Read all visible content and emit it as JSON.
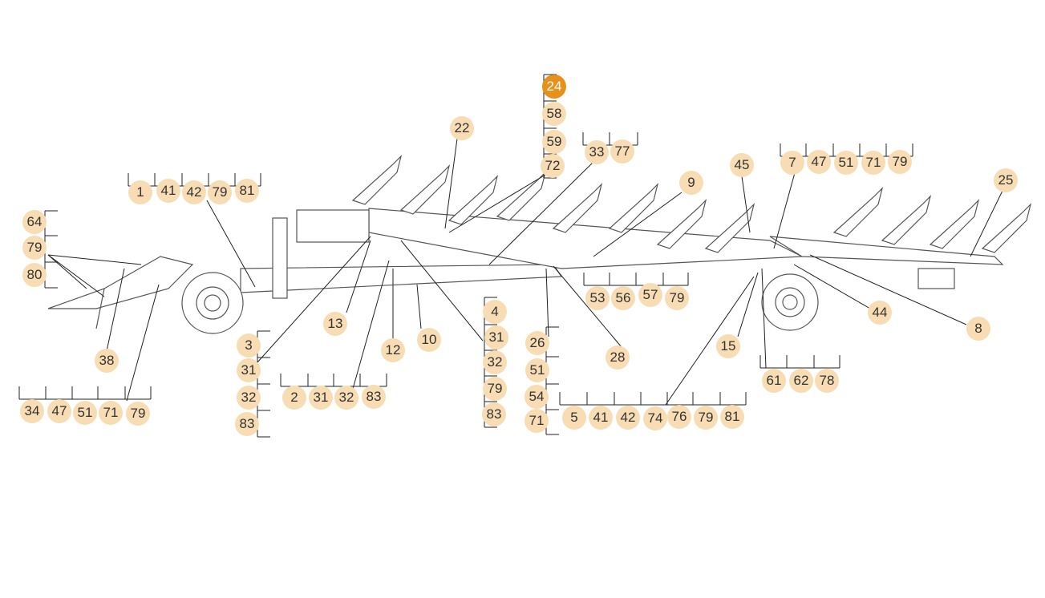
{
  "colors": {
    "marker_fill": "#f8ddb4",
    "marker_active": "#e8901c",
    "marker_text": "#333333",
    "line": "#222222",
    "drawing": "#555555"
  },
  "markers": [
    "1",
    "41",
    "42",
    "79",
    "81",
    "64",
    "79",
    "80",
    "38",
    "34",
    "47",
    "51",
    "71",
    "79",
    "13",
    "3",
    "31",
    "32",
    "83",
    "2",
    "31",
    "32",
    "83",
    "12",
    "10",
    "22",
    "4",
    "31",
    "32",
    "79",
    "83",
    "24",
    "58",
    "59",
    "72",
    "33",
    "77",
    "26",
    "51",
    "54",
    "71",
    "28",
    "53",
    "56",
    "57",
    "79",
    "9",
    "45",
    "7",
    "47",
    "51",
    "71",
    "79",
    "25",
    "44",
    "8",
    "15",
    "61",
    "62",
    "78",
    "5",
    "41",
    "42",
    "74",
    "76",
    "79",
    "81"
  ],
  "active_marker": "24"
}
